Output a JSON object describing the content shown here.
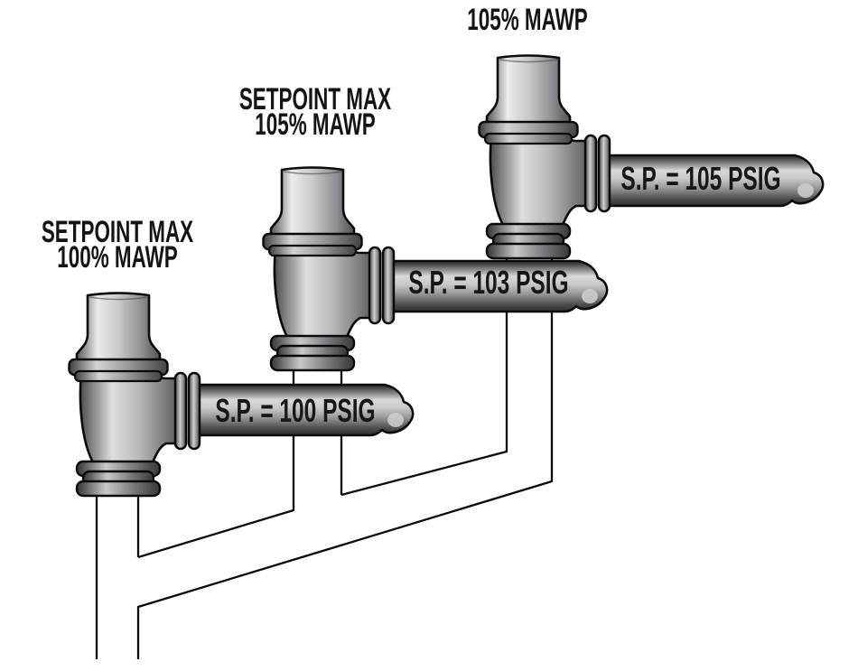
{
  "diagram": {
    "description": "Three pressure relief valves on a common inlet header with staggered setpoints",
    "valves": [
      {
        "label_line1": "SETPOINT MAX",
        "label_line2": "100% MAWP",
        "setpoint_label": "S.P. = 100 PSIG"
      },
      {
        "label_line1": "SETPOINT MAX",
        "label_line2": "105% MAWP",
        "setpoint_label": "S.P. = 103 PSIG"
      },
      {
        "label_line1": "105% MAWP",
        "label_line2": "",
        "setpoint_label": "S.P. = 105 PSIG"
      }
    ],
    "colors": {
      "background": "#ffffff",
      "outline": "#0a0a0a",
      "label_text": "#141416",
      "metal_highlight": "#ebebed",
      "metal_light": "#d7d7d9",
      "metal_mid": "#96969a",
      "metal_dark": "#4a4a4d",
      "metal_darkest": "#2a2a2c"
    }
  }
}
